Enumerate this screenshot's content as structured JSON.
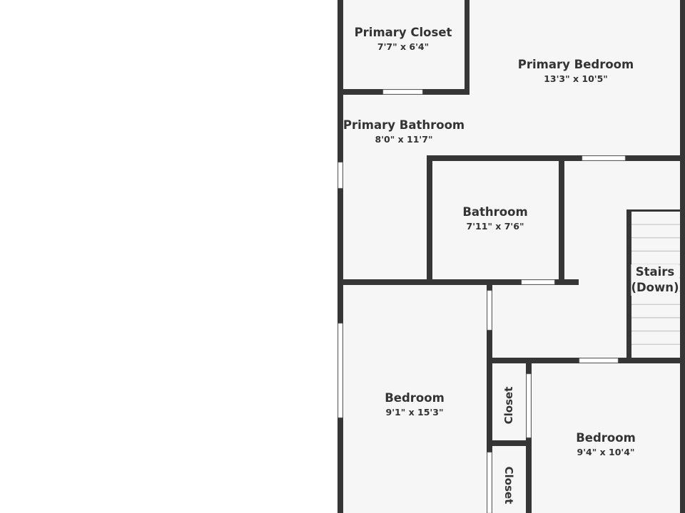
{
  "floorplan": {
    "rooms": [
      {
        "name": "Primary Closet",
        "dims": "7'7\" x 6'4\""
      },
      {
        "name": "Primary Bedroom",
        "dims": "13'3\" x 10'5\""
      },
      {
        "name": "Primary Bathroom",
        "dims": "8'0\" x 11'7\""
      },
      {
        "name": "Bathroom",
        "dims": "7'11\" x 7'6\""
      },
      {
        "name": "Stairs",
        "dims": "(Down)"
      },
      {
        "name": "Bedroom",
        "dims": "9'1\" x 15'3\""
      },
      {
        "name": "Bedroom",
        "dims": "9'4\" x 10'4\""
      },
      {
        "name": "Closet"
      },
      {
        "name": "Closet"
      }
    ],
    "colors": {
      "wall": "#363636",
      "floor": "#f6f6f6",
      "opening": "#ffffff"
    }
  }
}
